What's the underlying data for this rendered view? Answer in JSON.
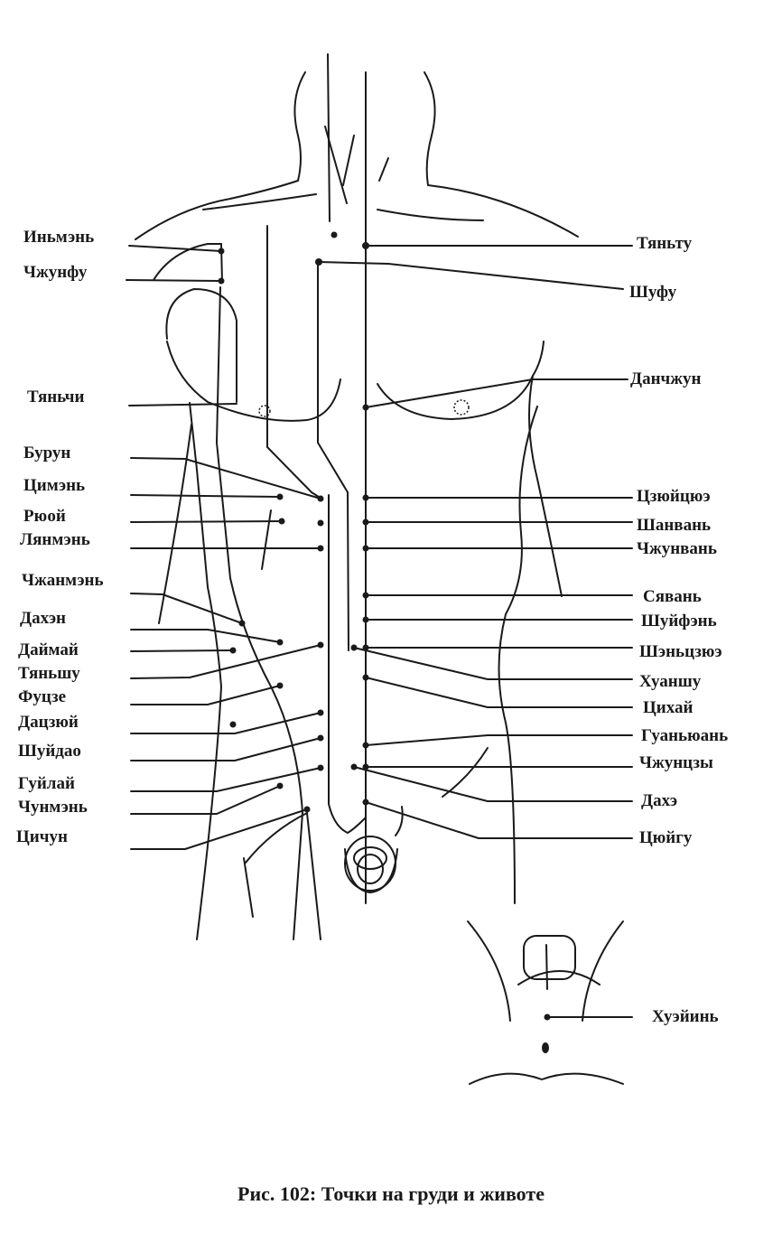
{
  "left_labels": {
    "inmen": "Иньмэнь",
    "chzhunfu": "Чжунфу",
    "tyanchi": "Тяньчи",
    "burun": "Бурун",
    "cimen": "Цимэнь",
    "riyuy": "Рюой",
    "lyanmen": "Лянмэнь",
    "chzhanmen": "Чжанмэнь",
    "dahen": "Дахэн",
    "daymay": "Даймай",
    "tyanshu": "Тяньшу",
    "fuqze": "Фуцзе",
    "datszyuy": "Дацзюй",
    "shuydao": "Шуйдао",
    "guylay": "Гуйлай",
    "chunmen": "Чунмэнь",
    "cichun": "Цичун"
  },
  "right_labels": {
    "tyantu": "Тяньту",
    "shufu": "Шуфу",
    "danchzhun": "Данчжун",
    "tszyuytszyue": "Цзюйцюэ",
    "shanvan": "Шанвань",
    "chzhunvan": "Чжунвань",
    "syavan": "Сявань",
    "shuyfen": "Шуйфэнь",
    "shentszyue": "Шэньцзюэ",
    "huanshu": "Хуаншу",
    "cihay": "Цихай",
    "guanyuan": "Гуаньюань",
    "chzhuntszy": "Чжунцзы",
    "dahe": "Дахэ",
    "tsyuygu": "Цюйгу",
    "hueyin": "Хуэйинь"
  },
  "caption": "Рис. 102: Точки на груди и животе"
}
